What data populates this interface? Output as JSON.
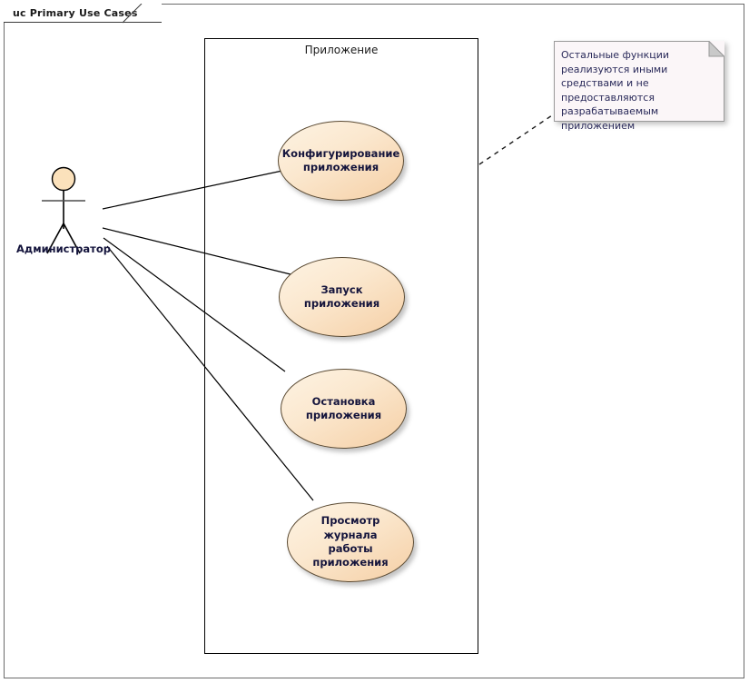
{
  "diagram": {
    "kind_prefix": "uc",
    "title": "uc Primary Use Cases",
    "frame_border_color": "#6b6b6b"
  },
  "boundary": {
    "label": "Приложение",
    "border_color": "#000000"
  },
  "actor": {
    "name": "Администратор",
    "head_fill": "#fbe1bb",
    "stroke": "#000000"
  },
  "use_cases": [
    {
      "id": "configure",
      "label": "Конфигурирование\nприложения"
    },
    {
      "id": "start",
      "label": "Запуск приложения"
    },
    {
      "id": "stop",
      "label": "Остановка\nприложения"
    },
    {
      "id": "view-log",
      "label": "Просмотр журнала\nработы приложения"
    }
  ],
  "note": {
    "text": "Остальные функции реализуются иными средствами и не предоставляются разрабатываемым приложением",
    "fill": "#fbf6f8",
    "border_color": "#9a9a9a",
    "connector_style": "dashed"
  },
  "colors": {
    "ellipse_fill_light": "#fdf3e3",
    "ellipse_fill_dark": "#f5cfa5",
    "ellipse_stroke": "#5a4a33",
    "text_dark": "#14143c",
    "line": "#000000"
  }
}
